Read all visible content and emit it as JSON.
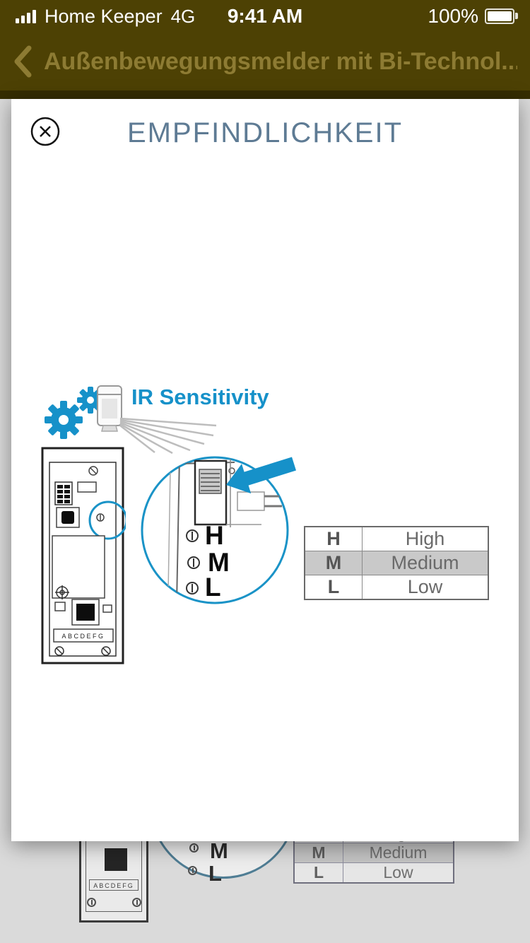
{
  "status_bar": {
    "carrier": "Home Keeper",
    "network": "4G",
    "time": "9:41 AM",
    "battery_percent": "100%"
  },
  "nav": {
    "title": "Außenbewegungsmelder mit Bi-Technol..."
  },
  "modal": {
    "title": "EMPFINDLICHKEIT"
  },
  "diagram": {
    "heading": "IR Sensitivity",
    "switch_labels": [
      "H",
      "M",
      "L"
    ],
    "pcb_terminal_label": "ABCDEFG",
    "table": {
      "rows": [
        {
          "key": "H",
          "value": "High"
        },
        {
          "key": "M",
          "value": "Medium"
        },
        {
          "key": "L",
          "value": "Low"
        }
      ],
      "highlighted_row": "M"
    }
  },
  "colors": {
    "accent_blue": "#1691c9",
    "statusbar_bg": "#4d4104",
    "nav_title": "#8d7b33",
    "modal_title": "#5e7b94",
    "row_highlight": "#c9c9c9"
  }
}
